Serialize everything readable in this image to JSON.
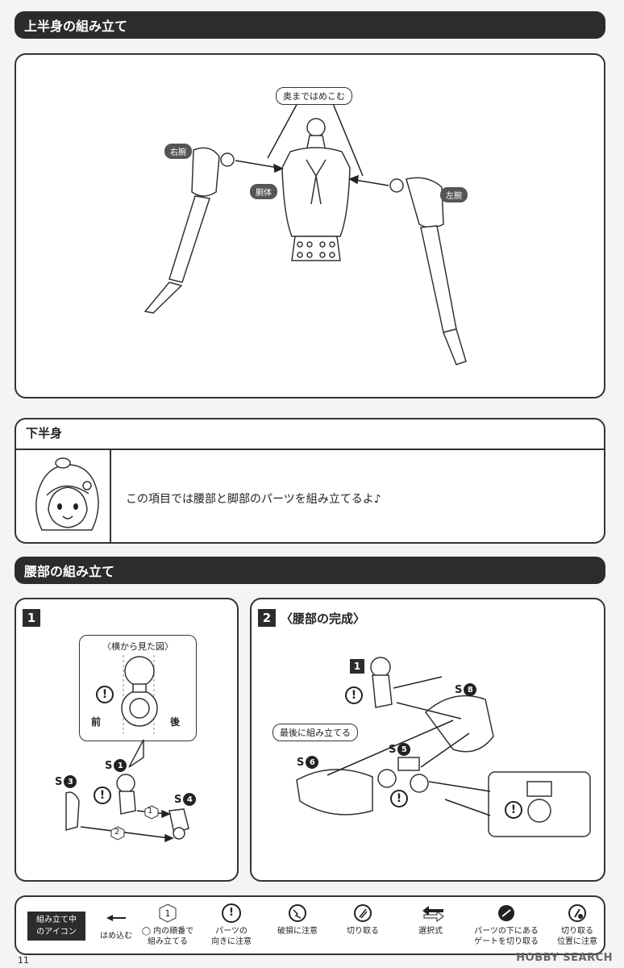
{
  "upper_body": {
    "title": "上半身の組み立て",
    "callout_insert": "奥まではめこむ",
    "label_right_arm": "右腕",
    "label_torso": "胴体",
    "label_left_arm": "左腕"
  },
  "lower_body": {
    "title": "下半身",
    "message": "この項目では腰部と脚部のパーツを組み立てるよ♪"
  },
  "waist": {
    "title": "腰部の組み立て",
    "step1": {
      "number": "1",
      "side_view_title": "〈横から見た図〉",
      "front": "前",
      "back": "後",
      "parts": [
        {
          "prefix": "S",
          "num": "1"
        },
        {
          "prefix": "S",
          "num": "3"
        },
        {
          "prefix": "S",
          "num": "4"
        }
      ],
      "order_1": "1",
      "order_2": "2"
    },
    "step2": {
      "number": "2",
      "title": "〈腰部の完成〉",
      "ref_step": "1",
      "callout_last": "最後に組み立てる",
      "parts": [
        {
          "prefix": "S",
          "num": "8"
        },
        {
          "prefix": "S",
          "num": "5"
        },
        {
          "prefix": "S",
          "num": "6"
        }
      ]
    }
  },
  "legend": {
    "title_line1": "組み立て中",
    "title_line2": "のアイコン",
    "items": [
      {
        "line1": "はめ込む",
        "line2": ""
      },
      {
        "line1": "◯ 内の順番で",
        "line2": "組み立てる"
      },
      {
        "line1": "パーツの",
        "line2": "向きに注意"
      },
      {
        "line1": "破損に注意",
        "line2": ""
      },
      {
        "line1": "切り取る",
        "line2": ""
      },
      {
        "line1": "選択式",
        "line2": ""
      },
      {
        "line1": "パーツの下にある",
        "line2": "ゲートを切り取る"
      },
      {
        "line1": "切り取る",
        "line2": "位置に注意"
      }
    ],
    "order_icon": "1"
  },
  "footer": {
    "page_number": "11",
    "watermark": "HOBBY SEARCH"
  }
}
